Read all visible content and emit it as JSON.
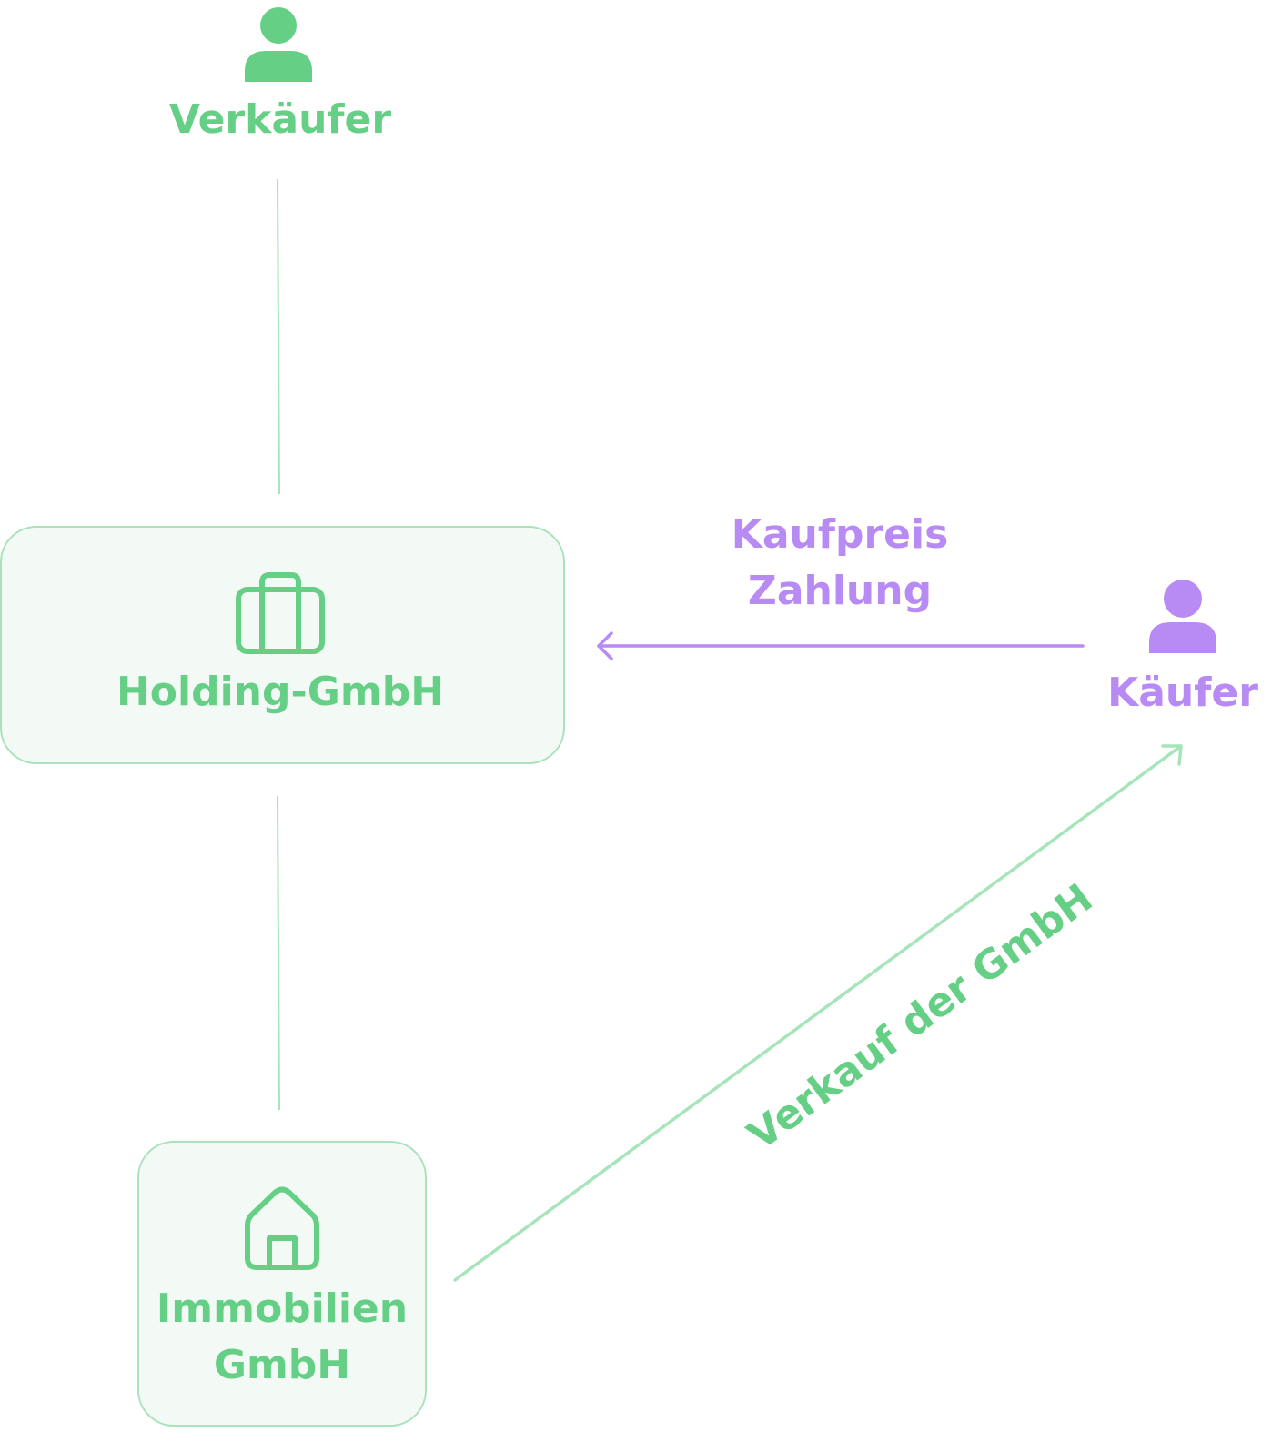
{
  "colors": {
    "green": "#66cf86",
    "green_light": "#a6e4b9",
    "purple": "#b88af4",
    "box_fill": "#f3faf5",
    "box_border": "#a9e2bb"
  },
  "nodes": {
    "seller": {
      "label": "Verkäufer",
      "icon": "person-icon"
    },
    "holding": {
      "label": "Holding-GmbH",
      "icon": "briefcase-icon"
    },
    "property": {
      "line1": "Immobilien",
      "line2": "GmbH",
      "icon": "house-icon"
    },
    "buyer": {
      "label": "Käufer",
      "icon": "person-icon"
    }
  },
  "edges": {
    "payment": {
      "line1": "Kaufpreis",
      "line2": "Zahlung"
    },
    "sale": {
      "label": "Verkauf der GmbH"
    }
  }
}
